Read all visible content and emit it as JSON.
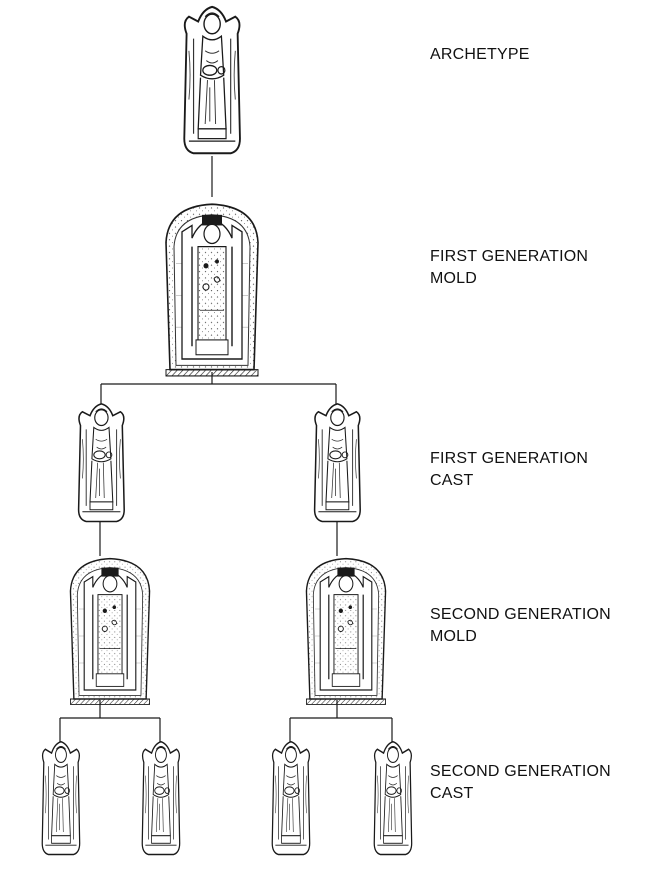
{
  "labels": {
    "archetype": [
      "ARCHETYPE"
    ],
    "first_mold": [
      "FIRST GENERATION",
      "MOLD"
    ],
    "first_cast": [
      "FIRST GENERATION",
      "CAST"
    ],
    "second_mold": [
      "SECOND GENERATION",
      "MOLD"
    ],
    "second_cast": [
      "SECOND GENERATION",
      "CAST"
    ]
  },
  "nodes": {
    "archetype": {
      "kind": "figurine"
    },
    "first_mold": {
      "kind": "mold"
    },
    "first_casts": [
      {
        "kind": "figurine"
      },
      {
        "kind": "figurine"
      }
    ],
    "second_molds": [
      {
        "kind": "mold"
      },
      {
        "kind": "mold"
      }
    ],
    "second_casts": [
      {
        "kind": "figurine"
      },
      {
        "kind": "figurine"
      },
      {
        "kind": "figurine"
      },
      {
        "kind": "figurine"
      }
    ]
  },
  "colors": {
    "ink": "#1a1a1a",
    "paper": "#ffffff"
  }
}
